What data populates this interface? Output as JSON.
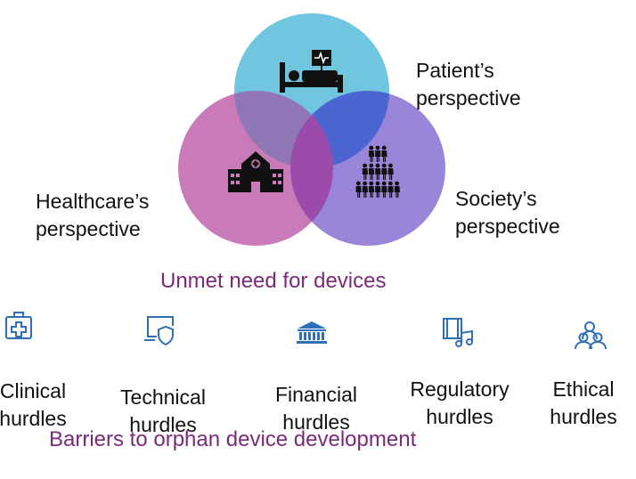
{
  "venn": {
    "patient_label": [
      "Patient’s",
      "perspective"
    ],
    "healthcare_label": [
      "Healthcare’s",
      "perspective"
    ],
    "society_label": [
      "Society’s",
      "perspective"
    ],
    "title": "Unmet need for devices",
    "colors": {
      "patient": "#6fc6de",
      "healthcare": "#c97bb9",
      "society": "#9a86d8",
      "patient_healthcare_overlap": "#8f77b5",
      "patient_society_overlap": "#4a64d0",
      "healthcare_society_overlap": "#9b4cab"
    },
    "icons": [
      "hospital-bed-icon",
      "hospital-building-icon",
      "crowd-pyramid-icon"
    ]
  },
  "hurdles": {
    "items": [
      {
        "line1": "Clinical",
        "line2": "hurdles",
        "icon": "first-aid-kit-icon"
      },
      {
        "line1": "Technical",
        "line2": "hurdles",
        "icon": "laptop-shield-icon"
      },
      {
        "line1": "Financial",
        "line2": "hurdles",
        "icon": "bank-icon"
      },
      {
        "line1": "Regulatory",
        "line2": "hurdles",
        "icon": "film-music-icon"
      },
      {
        "line1": "Ethical",
        "line2": "hurdles",
        "icon": "people-group-icon"
      }
    ],
    "title": "Barriers to orphan device development",
    "icon_color": "#2f6fb7"
  }
}
